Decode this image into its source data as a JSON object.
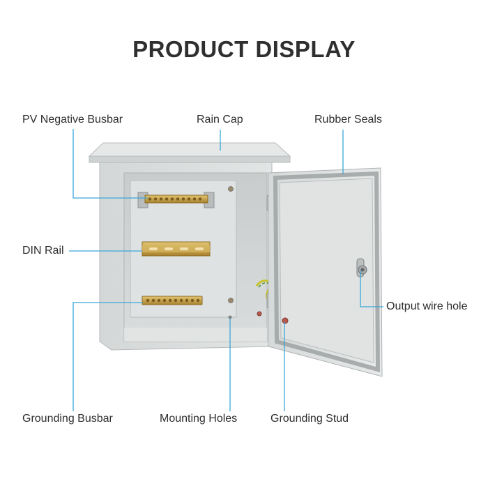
{
  "title": "PRODUCT DISPLAY",
  "labels": {
    "pv_negative_busbar": "PV Negative Busbar",
    "rain_cap": "Rain Cap",
    "rubber_seals": "Rubber Seals",
    "din_rail": "DIN Rail",
    "output_wire_hole": "Output wire hole",
    "grounding_busbar": "Grounding Busbar",
    "mounting_holes": "Mounting Holes",
    "grounding_stud": "Grounding Stud"
  },
  "colors": {
    "leader_line": "#3aa7d8",
    "title": "#2f2f2f",
    "enclosure": "#d9dcdc",
    "busbar": "#c9a24a"
  }
}
